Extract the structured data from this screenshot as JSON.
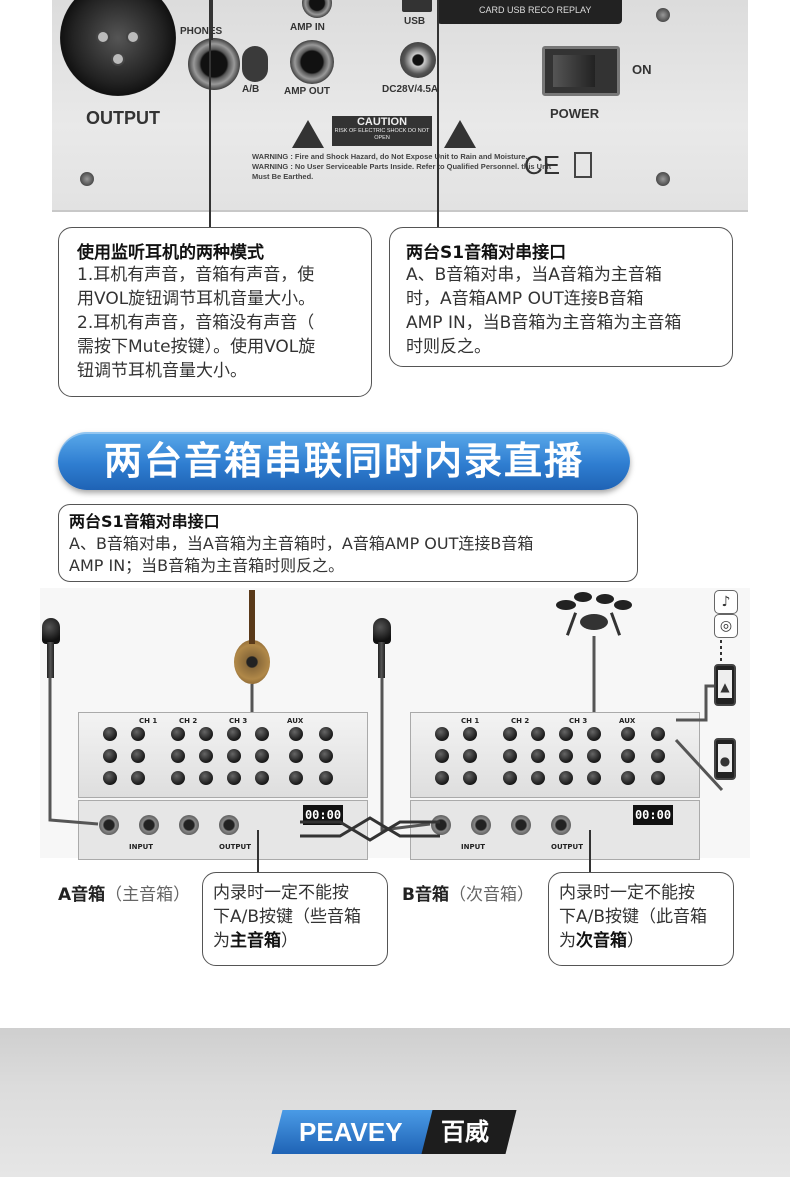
{
  "panel": {
    "phones_label": "PHONES",
    "ab_label": "A/B",
    "amp_in_label": "AMP IN",
    "amp_out_label": "AMP OUT",
    "usb_label": "USB",
    "dc_label": "DC28V/4.5A",
    "display_text": "CARD USB RECO REPLAY",
    "on_label": "ON",
    "power_label": "POWER",
    "output_label": "OUTPUT",
    "caution_title": "CAUTION",
    "caution_sub": "RISK OF ELECTRIC SHOCK DO NOT OPEN",
    "warning_1": "WARNING : Fire and Shock Hazard, do Not Expose Unit to Rain and Moisture.",
    "warning_2": "WARNING : No User Serviceable Parts Inside. Refer to Qualified Personnel. this Unit Must Be Earthed.",
    "ce_mark": "CE"
  },
  "callout_left": {
    "title": "使用监听耳机的两种模式",
    "line1": "1.耳机有声音，音箱有声音，使",
    "line2": "用VOL旋钮调节耳机音量大小。",
    "line3": "2.耳机有声音，音箱没有声音（",
    "line4": "需按下Mute按键）。使用VOL旋",
    "line5": "钮调节耳机音量大小。"
  },
  "callout_right": {
    "title": "两台S1音箱对串接口",
    "line1": "A、B音箱对串，当A音箱为主音箱",
    "line2": "时，A音箱AMP OUT连接B音箱",
    "line3": "AMP IN，当B音箱为主音箱为主音箱",
    "line4": "时则反之。"
  },
  "banner": {
    "title": "两台音箱串联同时内录直播"
  },
  "callout_wide": {
    "title": "两台S1音箱对串接口",
    "line1": "A、B音箱对串，当A音箱为主音箱时，A音箱AMP OUT连接B音箱",
    "line2": "AMP IN；当B音箱为主音箱时则反之。"
  },
  "diagram": {
    "display_a": "00:00",
    "display_b": "00:00",
    "ch1": "CH 1",
    "ch2": "CH 2",
    "ch3": "CH 3",
    "aux": "AUX",
    "input_label": "INPUT",
    "output_label": "OUTPUT"
  },
  "speaker_a": {
    "label": "A音箱",
    "role": "（主音箱）",
    "note_line1": "内录时一定不能按",
    "note_line2": "下A/B按键（些音箱",
    "note_prefix": "为",
    "note_bold": "主音箱",
    "note_suffix": "）"
  },
  "speaker_b": {
    "label": "B音箱",
    "role": "（次音箱）",
    "note_line1": "内录时一定不能按",
    "note_line2": "下A/B按键（此音箱",
    "note_prefix": "为",
    "note_bold": "次音箱",
    "note_suffix": "）"
  },
  "footer": {
    "brand_en": "PEAVEY",
    "brand_cn": "百威"
  }
}
